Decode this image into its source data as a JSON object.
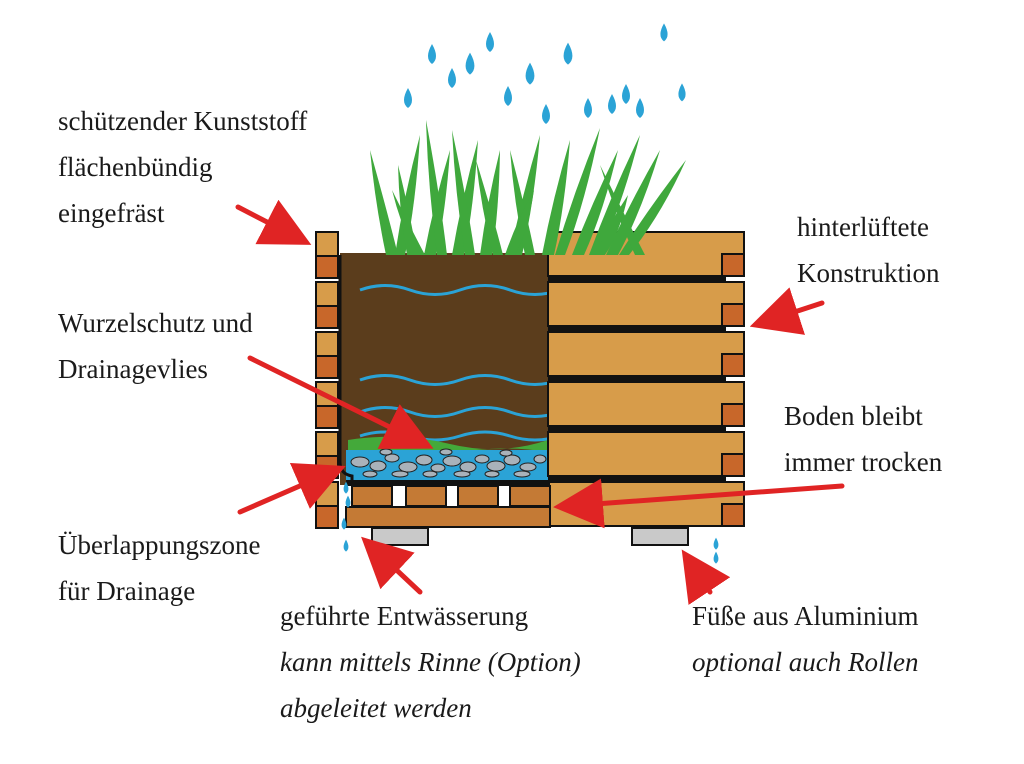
{
  "labels": {
    "kunststoff": [
      "schützender Kunststoff",
      "flächenbündig",
      "eingefräst"
    ],
    "hinterlueftet": [
      "hinterlüftete",
      "Konstruktion"
    ],
    "wurzel": [
      "Wurzelschutz und",
      "Drainagevlies"
    ],
    "boden": [
      "Boden bleibt",
      "immer trocken"
    ],
    "ueberlapp": [
      "Überlappungszone",
      "für Drainage"
    ],
    "entwaess": [
      "geführte Entwässerung",
      "kann mittels Rinne (Option)",
      "abgeleitet werden"
    ],
    "fuesse": [
      "Füße aus Aluminium",
      "optional auch Rollen"
    ]
  },
  "colors": {
    "soil": "#5b3d1c",
    "wood": "#d79c4a",
    "wood_dark": "#c47a35",
    "plastic": "#c8672a",
    "water": "#2ba3d6",
    "grass": "#3fa83c",
    "fleece": "#44a93a",
    "gravel": "#a9b2ba",
    "arrow": "#e02424",
    "aluminium": "#c9c9c9"
  },
  "icons": [
    "rain-drop-icon",
    "grass-icon",
    "arrow-icon",
    "wave-icon",
    "gravel-icon"
  ]
}
